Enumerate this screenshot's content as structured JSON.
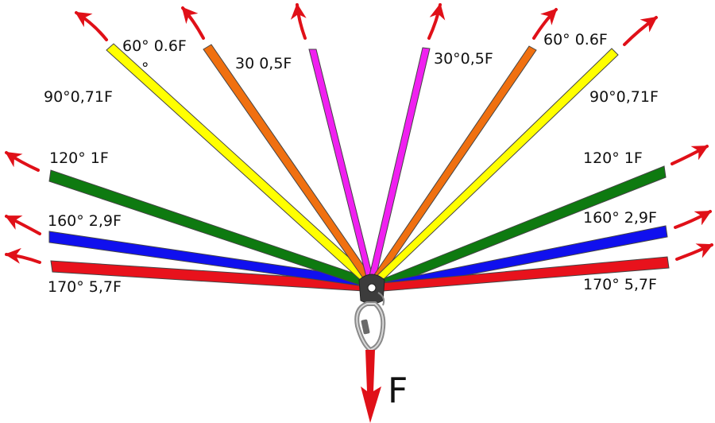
{
  "diagram": {
    "colors": {
      "red": "#e8121c",
      "blue": "#1010ee",
      "green": "#0e7a10",
      "yellow": "#ffff00",
      "orange": "#f07010",
      "magenta": "#f020f0",
      "arrow": "#e01018",
      "stroke": "#444444"
    },
    "labels": {
      "left_170": "170° 5,7F",
      "left_160": "160° 2,9F",
      "left_120": "120° 1F",
      "left_90": "90°0,71F",
      "left_60": "60° 0.6F",
      "left_60_degree_mark": "°",
      "left_30": "30  0,5F",
      "right_30": "30°0,5F",
      "right_60": "60° 0.6F",
      "right_90": "90°0,71F",
      "right_120": "120° 1F",
      "right_160": "160° 2,9F",
      "right_170": "170° 5,7F",
      "load": "F"
    },
    "icons": {
      "anchor": "anchor-plate-icon",
      "carabiner": "carabiner-icon",
      "force": "force-arrow-icon"
    }
  }
}
